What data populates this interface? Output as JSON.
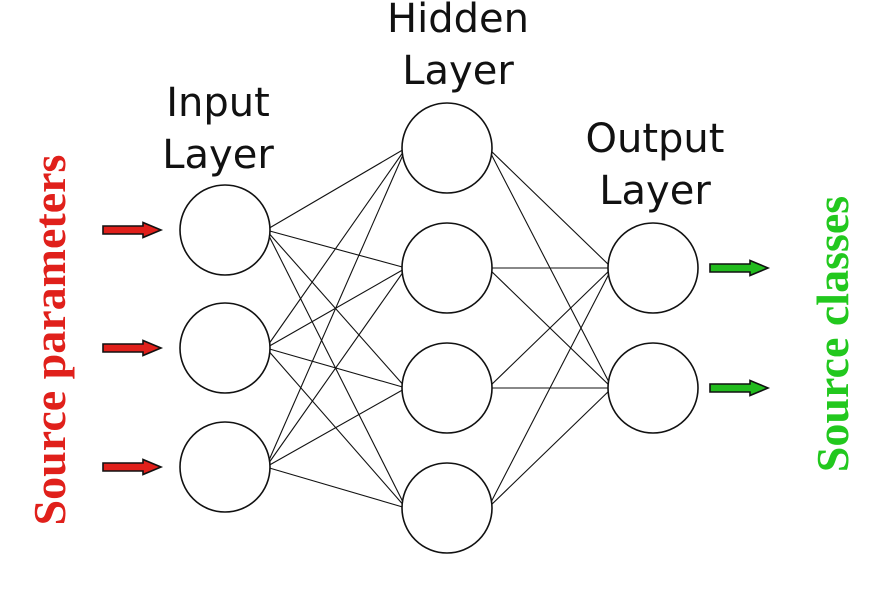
{
  "layers": {
    "input": {
      "label_line1": "Input",
      "label_line2": "Layer",
      "nodes": 3
    },
    "hidden": {
      "label_line1": "Hidden",
      "label_line2": "Layer",
      "nodes": 4
    },
    "output": {
      "label_line1": "Output",
      "label_line2": "Layer",
      "nodes": 2
    }
  },
  "side_labels": {
    "left": "Source parameters",
    "right": "Source classes"
  },
  "colors": {
    "input_arrow": "#e0201b",
    "output_arrow": "#22bb1e",
    "left_label": "#e0201b",
    "right_label": "#22c81e",
    "stroke": "#111111"
  },
  "icons": {
    "input_arrow": "arrow-right-icon",
    "output_arrow": "arrow-right-icon"
  }
}
